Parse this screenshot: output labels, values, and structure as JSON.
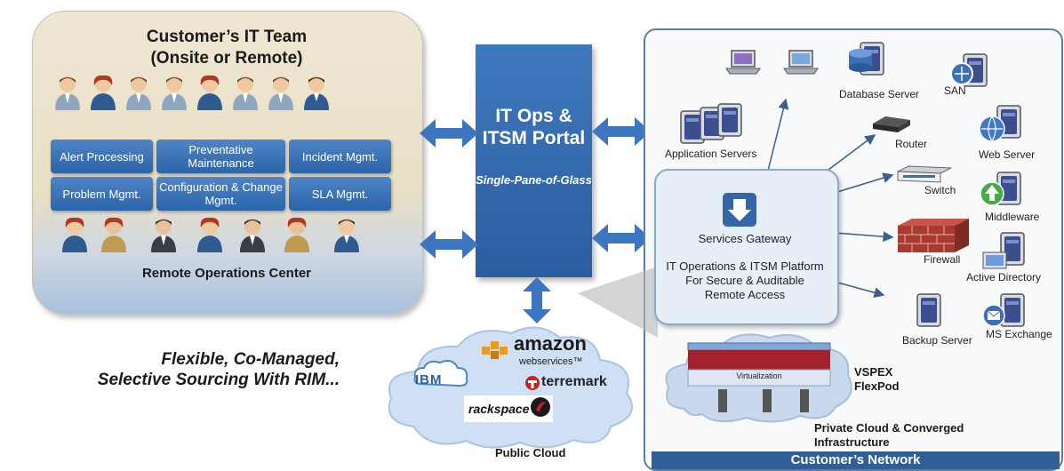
{
  "team": {
    "title_line1": "Customer’s  IT Team",
    "title_line2": "(Onsite or Remote)",
    "tasks": [
      {
        "label": "Alert Processing"
      },
      {
        "label": "Preventative Maintenance"
      },
      {
        "label": "Incident Mgmt."
      },
      {
        "label": "Problem Mgmt."
      },
      {
        "label": "Configuration & Change Mgmt."
      },
      {
        "label": "SLA Mgmt."
      }
    ],
    "roc_label": "Remote Operations Center"
  },
  "portal": {
    "title": "IT Ops & ITSM Portal",
    "subtitle": "Single-Pane-of-Glass"
  },
  "gateway": {
    "label": "Services Gateway",
    "description": "IT Operations  & ITSM Platform For Secure & Auditable Remote Access"
  },
  "network": {
    "nodes": {
      "database_server": "Database Server",
      "san": "SAN",
      "application_servers": "Application Servers",
      "router": "Router",
      "web_server": "Web Server",
      "switch": "Switch",
      "middleware": "Middleware",
      "firewall": "Firewall",
      "active_directory": "Active Directory",
      "backup_server": "Backup Server",
      "ms_exchange": "MS Exchange"
    },
    "vspex": "VSPEX FlexPod",
    "virtualization": "Virtualization",
    "private_cloud": "Private Cloud & Converged Infrastructure",
    "footer": "Customer’s Network"
  },
  "public_cloud": {
    "label": "Public Cloud",
    "providers": {
      "amazon": "amazon",
      "amazon_sub": "webservices™",
      "ibm": "IBM",
      "terremark": "terremark",
      "rackspace": "rackspace"
    }
  },
  "slogan": {
    "line1": "Flexible, Co-Managed,",
    "line2": "Selective Sourcing With RIM..."
  },
  "colors": {
    "portal_blue": "#3a72b5",
    "task_blue": "#3a72b5",
    "arrow_blue": "#3d76c0",
    "footer_blue": "#2f5f96"
  }
}
